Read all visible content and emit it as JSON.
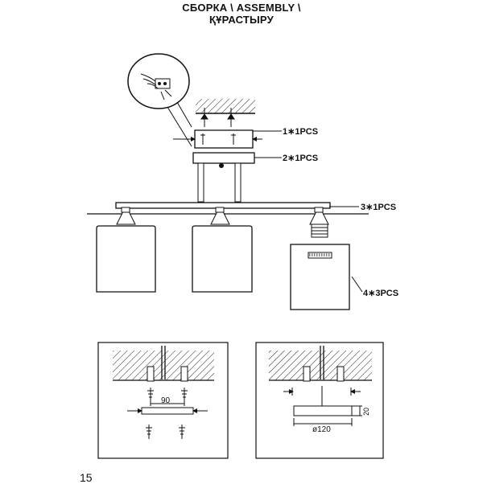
{
  "header": {
    "title_line1": "СБОРКА \\ ASSEMBLY \\",
    "title_line2": "ҚҰРАСТЫРУ"
  },
  "callouts": [
    {
      "label": "1∗1PCS"
    },
    {
      "label": "2∗1PCS"
    },
    {
      "label": "3∗1PCS"
    },
    {
      "label": "4∗3PCS"
    }
  ],
  "details": {
    "left": {
      "dimension": "90"
    },
    "right": {
      "diameter": "ø120",
      "height": "20"
    }
  },
  "footer": {
    "page_number": "15"
  }
}
